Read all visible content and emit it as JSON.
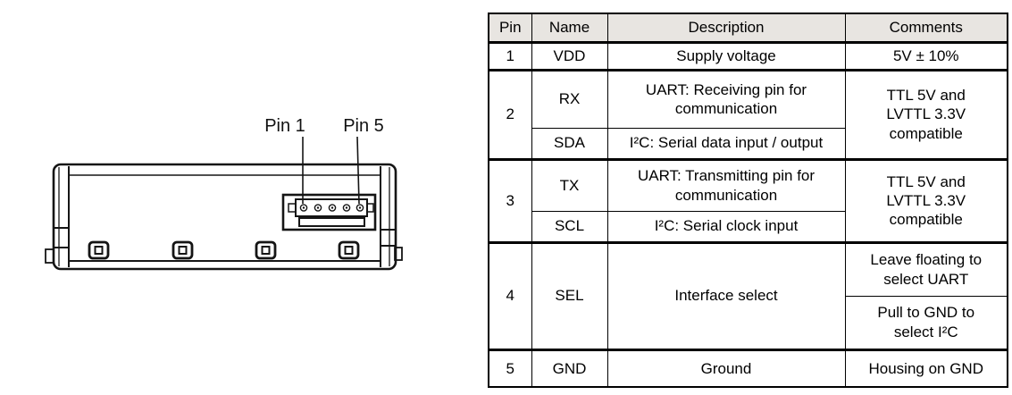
{
  "diagram": {
    "pin1_label": "Pin 1",
    "pin5_label": "Pin 5",
    "line_color": "#151515",
    "pin_count": 5
  },
  "table": {
    "border_color": "#000000",
    "header_bg": "#e8e5e1",
    "headers": {
      "pin": "Pin",
      "name": "Name",
      "description": "Description",
      "comments": "Comments"
    },
    "row1": {
      "pin": "1",
      "name": "VDD",
      "description": "Supply voltage",
      "comments": "5V ± 10%"
    },
    "row2": {
      "pin": "2",
      "sub1": {
        "name": "RX",
        "description": [
          "UART: Receiving pin for",
          "communication"
        ]
      },
      "sub2": {
        "name": "SDA",
        "description": "I²C: Serial data input / output"
      },
      "comments": [
        "TTL 5V and",
        "LVTTL 3.3V",
        "compatible"
      ]
    },
    "row3": {
      "pin": "3",
      "sub1": {
        "name": "TX",
        "description": [
          "UART: Transmitting pin for",
          "communication"
        ]
      },
      "sub2": {
        "name": "SCL",
        "description": "I²C: Serial clock input"
      },
      "comments": [
        "TTL 5V and",
        "LVTTL 3.3V",
        "compatible"
      ]
    },
    "row4": {
      "pin": "4",
      "name": "SEL",
      "description": "Interface select",
      "comments1": [
        "Leave floating to",
        "select UART"
      ],
      "comments2": [
        "Pull to GND to",
        "select I²C"
      ]
    },
    "row5": {
      "pin": "5",
      "name": "GND",
      "description": "Ground",
      "comments": "Housing on GND"
    }
  }
}
